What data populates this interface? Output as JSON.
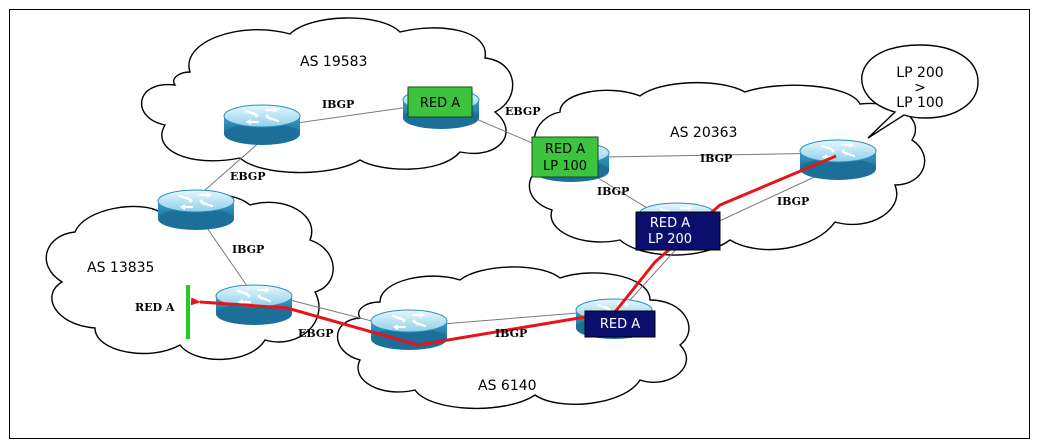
{
  "as_labels": {
    "as19583": "AS 19583",
    "as20363": "AS 20363",
    "as13835": "AS 13835",
    "as6140": "AS 6140"
  },
  "links": {
    "ibgp_top": "IBGP",
    "ebgp_top": "EBGP",
    "ebgp_left": "EBGP",
    "ibgp_left": "IBGP",
    "ibgp_right_h": "IBGP",
    "ibgp_right_d": "IBGP",
    "ibgp_right_r": "IBGP",
    "ebgp_bottom": "EBGP",
    "ibgp_bottom": "IBGP"
  },
  "tags": {
    "red_a_as19583": "RED A",
    "red_a_lp100_l1": "RED A",
    "red_a_lp100_l2": "LP 100",
    "red_a_lp200_l1": "RED A",
    "red_a_lp200_l2": "LP 200",
    "red_a_as6140": "RED A",
    "red_a_as13835": "RED A"
  },
  "callout": {
    "line1": "LP 200",
    "line2": ">",
    "line3": "LP 100"
  },
  "colors": {
    "path": "#e8141c",
    "tag_green": "#3cc43c",
    "tag_navy": "#0a0f6e",
    "router_top": "#bde6f4",
    "router_side": "#2d8fb8",
    "filter_bar": "#22cc22"
  },
  "icons": {
    "router": "router-icon"
  }
}
